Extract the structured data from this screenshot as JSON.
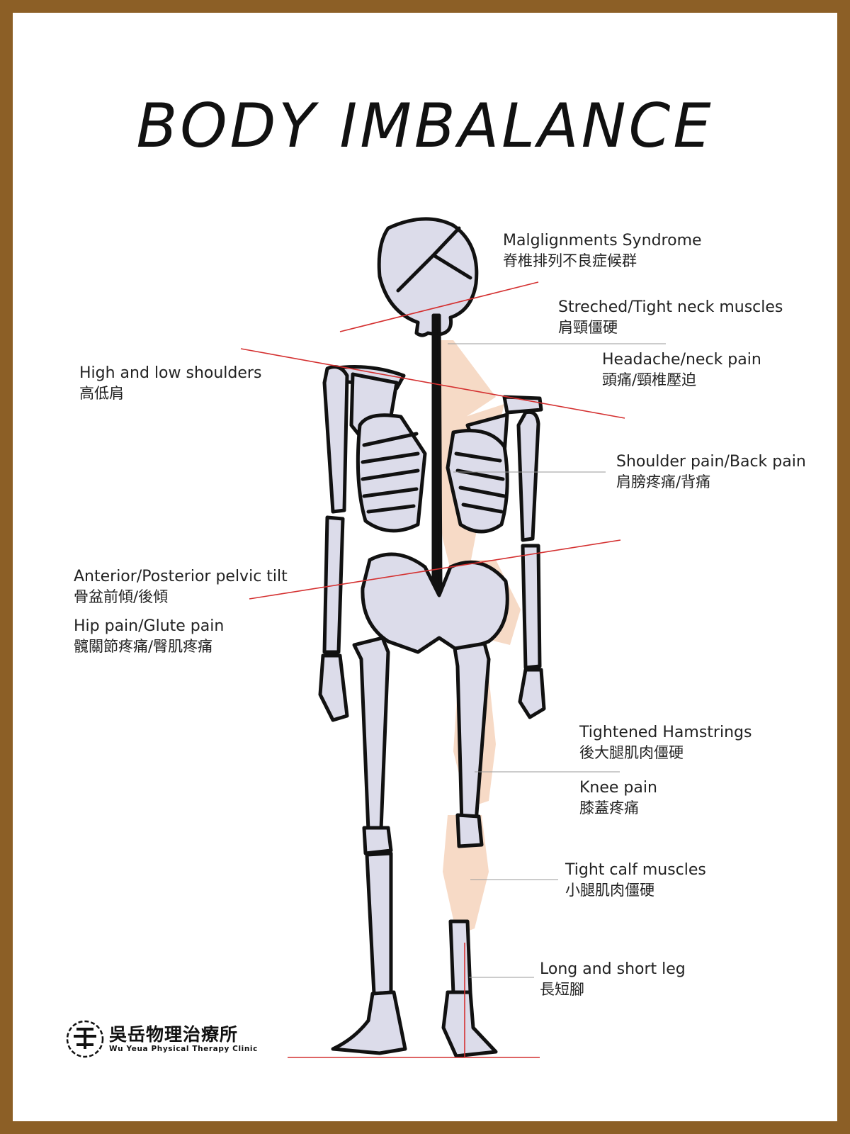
{
  "title": "BODY IMBALANCE",
  "colors": {
    "frame": "#8c5f26",
    "bone": "#dcdcea",
    "muscle": "#f6d6c0",
    "ink": "#111111",
    "line_red": "#d43030",
    "leader_gray": "#9a9a9a"
  },
  "labels": [
    {
      "en": "Malglignments Syndrome",
      "zh": "脊椎排列不良症候群"
    },
    {
      "en": "Streched/Tight neck muscles",
      "zh": "肩頸僵硬"
    },
    {
      "en": "Headache/neck pain",
      "zh": "頭痛/頸椎壓迫"
    },
    {
      "en": "High and low shoulders",
      "zh": "高低肩"
    },
    {
      "en": "Shoulder pain/Back pain",
      "zh": "肩膀疼痛/背痛"
    },
    {
      "en": "Anterior/Posterior pelvic tilt",
      "zh": "骨盆前傾/後傾"
    },
    {
      "en": "Hip pain/Glute pain",
      "zh": "髖關節疼痛/臀肌疼痛"
    },
    {
      "en": "Tightened Hamstrings",
      "zh": "後大腿肌肉僵硬"
    },
    {
      "en": "Knee pain",
      "zh": "膝蓋疼痛"
    },
    {
      "en": "Tight calf muscles",
      "zh": "小腿肌肉僵硬"
    },
    {
      "en": "Long and short leg",
      "zh": "長短腳"
    }
  ],
  "logo": {
    "name": "吳岳物理治療所",
    "subtitle": "Wu Yeua Physical Therapy Clinic"
  }
}
